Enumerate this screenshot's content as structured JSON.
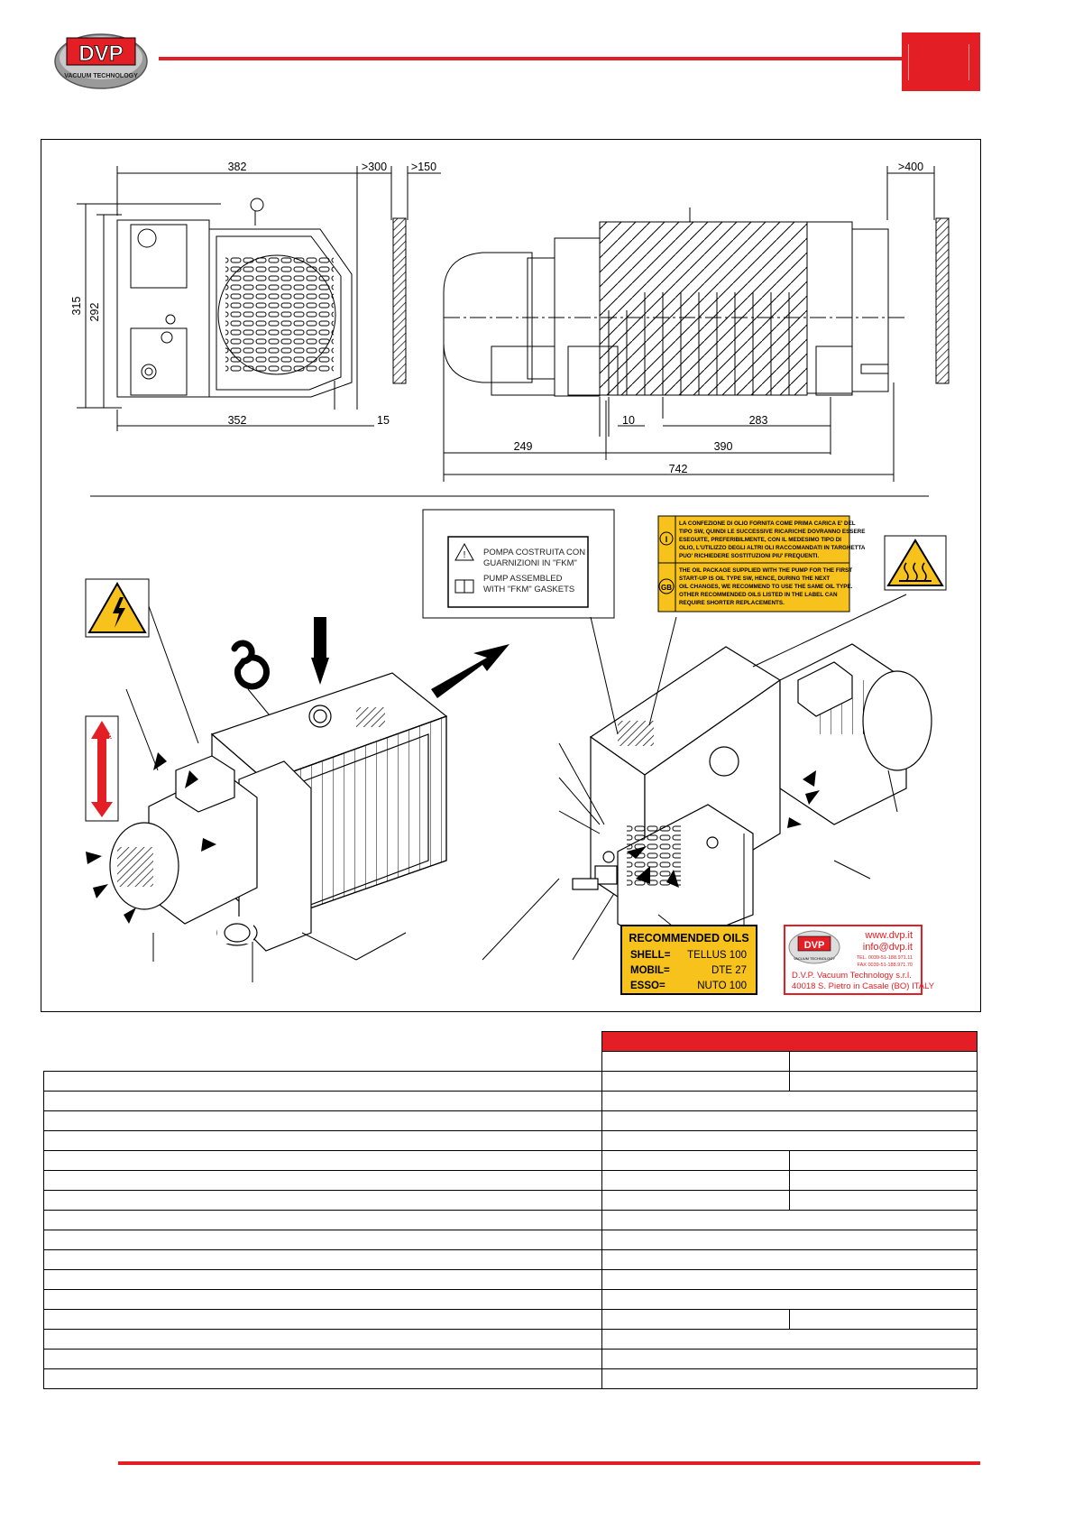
{
  "header": {
    "logo_text": "DVP",
    "logo_subtext": "VACUUM TECHNOLOGY",
    "brand_red": "#e31e24"
  },
  "dimensions": {
    "top": {
      "d382": "382",
      "gt300": ">300",
      "gt150": ">150",
      "gt400": ">400"
    },
    "left": {
      "d315": "315",
      "d292": "292"
    },
    "bottom": {
      "d352": "352",
      "d15": "15",
      "d10": "10",
      "d283": "283",
      "d249": "249",
      "d390": "390",
      "d742": "742"
    }
  },
  "labels": {
    "fkm": {
      "line1": "POMPA COSTRUITA CON",
      "line2": "GUARNIZIONI IN \"FKM\"",
      "line3": "PUMP ASSEMBLED",
      "line4": "WITH \"FKM\" GASKETS"
    },
    "oil_notice": {
      "i_badge": "I",
      "i_lines": [
        "LA CONFEZIONE DI OLIO FORNITA COME PRIMA CARICA E' DEL",
        "TIPO SW, QUINDI LE SUCCESSIVE RICARICHE DOVRANNO ESSERE",
        "ESEGUITE, PREFERIBILMENTE, CON IL MEDESIMO TIPO DI",
        "OLIO, L'UTILIZZO DEGLI ALTRI OLI RACCOMANDATI IN TARGHETTA",
        "PUO' RICHIEDERE SOSTITUZIONI PIU' FREQUENTI."
      ],
      "gb_badge": "GB",
      "gb_lines": [
        "THE OIL PACKAGE SUPPLIED WITH THE PUMP FOR THE FIRST",
        "START-UP IS OIL TYPE SW, HENCE, DURING THE NEXT",
        "OIL CHANGES, WE RECOMMEND TO USE THE SAME OIL TYPE.",
        "OTHER RECOMMENDED OILS LISTED IN THE LABEL CAN",
        "REQUIRE SHORTER REPLACEMENTS."
      ]
    },
    "rotation": "ROTATION",
    "recommended_oils": {
      "title": "RECOMMENDED OILS",
      "rows": [
        {
          "brand": "SHELL=",
          "oil": "TELLUS 100"
        },
        {
          "brand": "MOBIL=",
          "oil": "DTE 27"
        },
        {
          "brand": "ESSO=",
          "oil": "NUTO   100"
        }
      ]
    },
    "dvp_plate": {
      "logo": "DVP",
      "logo_sub": "VACUUM TECHNOLOGY",
      "web": "www.dvp.it",
      "mail": "info@dvp.it",
      "tel": "TEL. 0039-51-188.971.11",
      "fax": "FAX 0039-51-188.971.70",
      "company": "D.V.P. Vacuum Technology s.r.l.",
      "address": "40018 S. Pietro in Casale (BO) ITALY"
    }
  },
  "spec_table": {
    "rows": [
      {
        "split": true
      },
      {
        "split": false
      },
      {
        "split": false
      },
      {
        "split": false
      },
      {
        "split": true
      },
      {
        "split": true
      },
      {
        "split": true
      },
      {
        "split": false
      },
      {
        "split": false
      },
      {
        "split": false
      },
      {
        "split": false
      },
      {
        "split": false
      },
      {
        "split": true
      },
      {
        "split": false
      },
      {
        "split": false
      },
      {
        "split": false
      }
    ]
  }
}
